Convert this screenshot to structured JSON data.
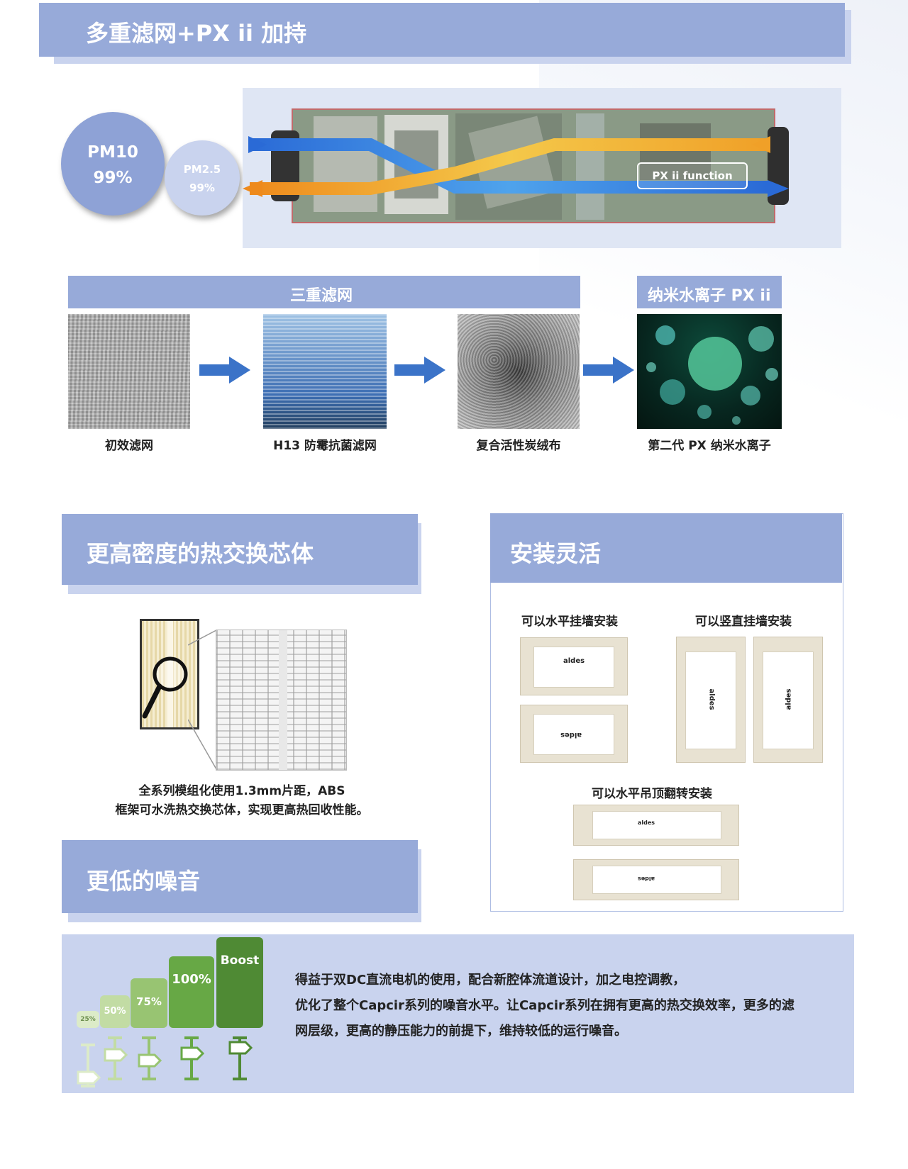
{
  "header": {
    "title": "多重滤网+PX ii 加持"
  },
  "efficiency": {
    "pm10_label": "PM10",
    "pm10_value": "99%",
    "pm25_label": "PM2.5",
    "pm25_value": "99%",
    "px_function_label": "PX ii function"
  },
  "filters": {
    "triple_title": "三重滤网",
    "nano_title": "纳米水离子 PX ii",
    "items": [
      {
        "caption": "初效滤网"
      },
      {
        "caption": "H13 防霉抗菌滤网"
      },
      {
        "caption": "复合活性炭绒布"
      },
      {
        "caption": "第二代 PX 纳米水离子"
      }
    ]
  },
  "heat_exchanger": {
    "title": "更高密度的热交换芯体",
    "desc_line1": "全系列模组化使用1.3mm片距，ABS",
    "desc_line2": "框架可水洗热交换芯体，实现更高热回收性能。"
  },
  "installation": {
    "title": "安装灵活",
    "horizontal_wall": "可以水平挂墙安装",
    "vertical_wall": "可以竖直挂墙安装",
    "ceiling": "可以水平吊顶翻转安装",
    "brand": "aldes"
  },
  "noise": {
    "title": "更低的噪音",
    "levels": [
      "25%",
      "50%",
      "75%",
      "100%",
      "Boost"
    ],
    "level_colors": [
      "#dcebc8",
      "#c2dca4",
      "#98c472",
      "#67a845",
      "#4f8a34"
    ],
    "text_line1": "得益于双DC直流电机的使用，配合新腔体流道设计，加之电控调教，",
    "text_line2": "优化了整个Capcir系列的噪音水平。让Capcir系列在拥有更高的热交换效率，更多的滤",
    "text_line3": "网层级，更高的静压能力的前提下，维持较低的运行噪音。"
  }
}
